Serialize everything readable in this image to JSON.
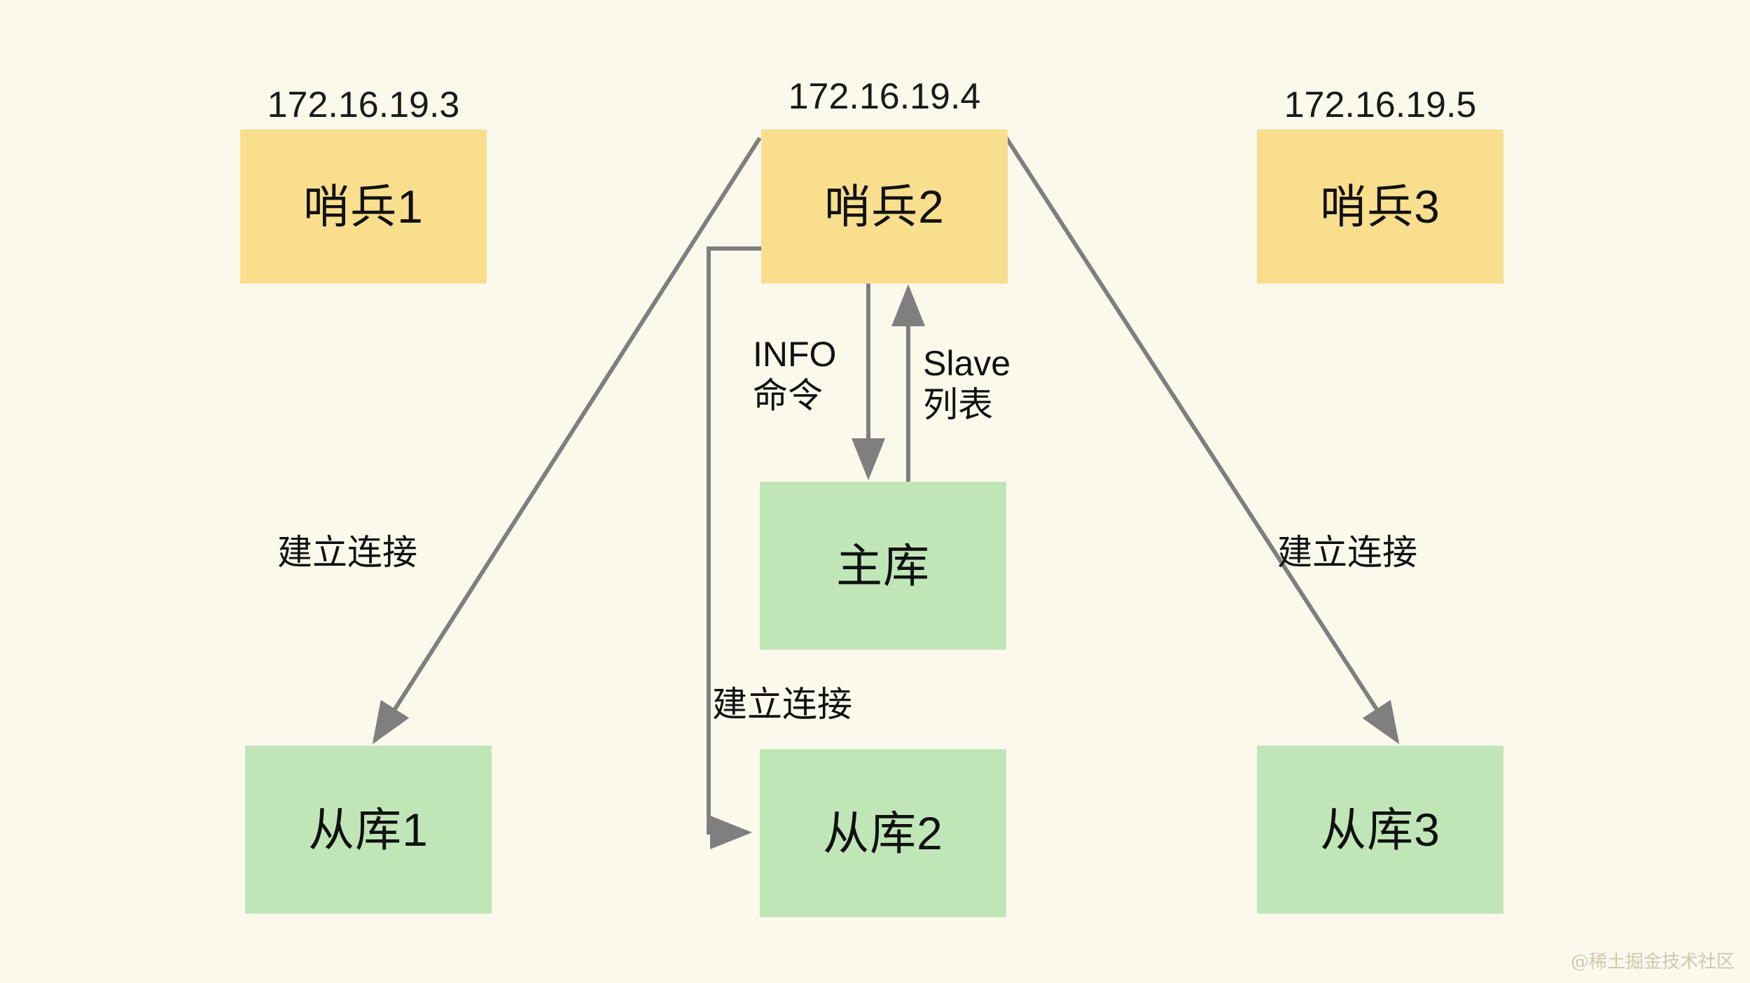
{
  "diagram": {
    "type": "architecture-diagram",
    "title": "Redis Sentinel cluster topology",
    "background_color": "#FBF8EC",
    "sentinel_color": "#F8DE8D",
    "database_color": "#C0E6B8",
    "connector_color": "#7F7F7F",
    "text_color": "#111111"
  },
  "ip_labels": [
    {
      "id": "ip-sentinel-1",
      "text": "172.16.19.3"
    },
    {
      "id": "ip-sentinel-2",
      "text": "172.16.19.4"
    },
    {
      "id": "ip-sentinel-3",
      "text": "172.16.19.5"
    }
  ],
  "nodes": {
    "sentinel_1": {
      "label": "哨兵1",
      "kind": "sentinel",
      "ip": "172.16.19.3"
    },
    "sentinel_2": {
      "label": "哨兵2",
      "kind": "sentinel",
      "ip": "172.16.19.4"
    },
    "sentinel_3": {
      "label": "哨兵3",
      "kind": "sentinel",
      "ip": "172.16.19.5"
    },
    "master": {
      "label": "主库",
      "kind": "database"
    },
    "replica_1": {
      "label": "从库1",
      "kind": "database"
    },
    "replica_2": {
      "label": "从库2",
      "kind": "database"
    },
    "replica_3": {
      "label": "从库3",
      "kind": "database"
    }
  },
  "edge_labels": {
    "info_command": "INFO\n命令",
    "slave_list": "Slave\n列表",
    "connect_left": "建立连接",
    "connect_middle": "建立连接",
    "connect_right": "建立连接"
  },
  "edges": [
    {
      "id": "edge-sentinel2-to-replica1",
      "from": "sentinel_2",
      "to": "replica_1",
      "label": "建立连接",
      "arrow": "to"
    },
    {
      "id": "edge-sentinel2-to-master",
      "from": "sentinel_2",
      "to": "master",
      "label": "INFO 命令",
      "arrow": "to"
    },
    {
      "id": "edge-master-to-sentinel2",
      "from": "master",
      "to": "sentinel_2",
      "label": "Slave 列表",
      "arrow": "to"
    },
    {
      "id": "edge-sentinel2-to-replica2",
      "from": "sentinel_2",
      "to": "replica_2",
      "label": "建立连接",
      "arrow": "to"
    },
    {
      "id": "edge-sentinel2-to-replica3",
      "from": "sentinel_2",
      "to": "replica_3",
      "label": "建立连接",
      "arrow": "to"
    }
  ],
  "watermark": {
    "text": "@稀土掘金技术社区"
  }
}
